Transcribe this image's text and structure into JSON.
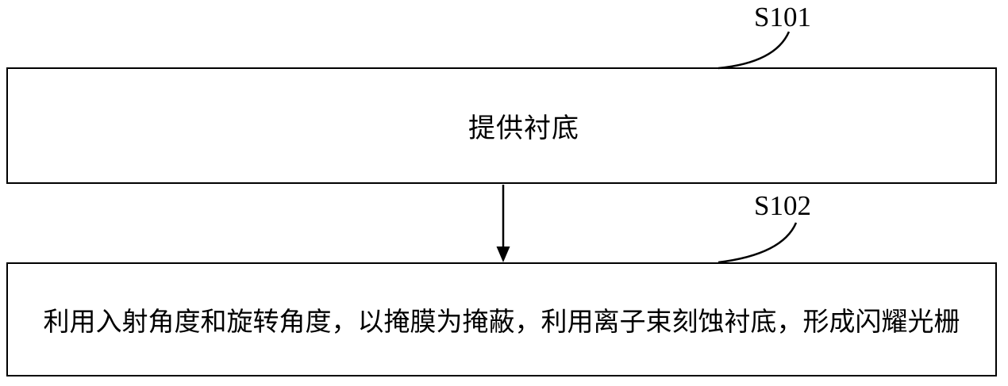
{
  "diagram": {
    "type": "flowchart",
    "title": "",
    "colors": {
      "line": "#000000",
      "background": "#ffffff",
      "text": "#000000"
    },
    "steps": [
      {
        "id": "S101",
        "label": "提供衬底"
      },
      {
        "id": "S102",
        "label": "利用入射角度和旋转角度，以掩膜为掩蔽，利用离子束刻蚀衬底，形成闪耀光栅"
      }
    ],
    "connections": [
      {
        "from": "S101",
        "to": "S102",
        "style": "arrow-down"
      }
    ]
  }
}
